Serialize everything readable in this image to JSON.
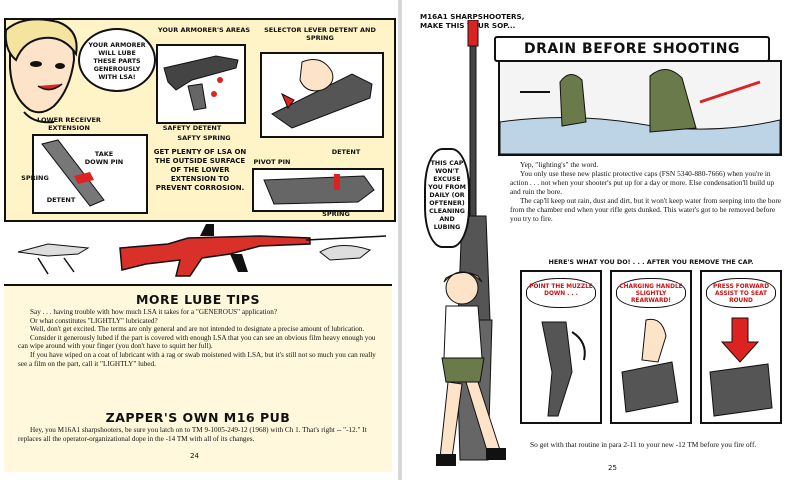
{
  "left_page": {
    "bubble_text": "YOUR ARMORER WILL LUBE THESE PARTS GENEROUSLY WITH LSA!",
    "armorer_areas": "YOUR ARMORER'S AREAS",
    "selector_lever": "SELECTOR LEVER DETENT AND SPRING",
    "lower_receiver": "LOWER RECEIVER EXTENSION",
    "safety_detent": "SAFETY DETENT",
    "safety_spring": "SAFTY SPRING",
    "take_down_pin": "TAKE DOWN PIN",
    "spring_a": "SPRING",
    "detent_a": "DETENT",
    "lsa_note": "GET PLENTY OF LSA ON THE OUTSIDE SURFACE OF THE LOWER EXTENSION TO PREVENT CORROSION.",
    "pivot_pin": "PIVOT PIN",
    "detent_b": "DETENT",
    "spring_b": "SPRING",
    "lube_title": "MORE LUBE TIPS",
    "lube_paragraphs": [
      "Say . . . having trouble with how much LSA it takes for a \"GENEROUS\" application?",
      "Or what constitutes \"LIGHTLY\" lubricated?",
      "Well, don't get excited. The terms are only general and are not intended to designate a precise amount of lubrication.",
      "Consider it generously lubed if the part is covered with enough LSA that you can see an obvious film heavy enough you can wipe around with your finger (you don't have to squirt her full).",
      "If you have wiped on a coat of lubricant with a rag or swab moistened with LSA, but it's still not so much you can really see a film on the part, call it \"LIGHTLY\" lubed."
    ],
    "zap_title": "ZAPPER'S OWN M16 PUB",
    "zap_paragraph": "Hey, you M16A1 sharpshooters, be sure you latch on to TM 9-1005-249-12 (1968) with Ch 1. That's right -- \"-12.\" It replaces all the operator-organizational dope in the -14 TM with all of its changes.",
    "page_number": "24"
  },
  "right_page": {
    "heading_line1": "M16A1 SHARPSHOOTERS,",
    "heading_line2": "MAKE THIS YOUR SOP...",
    "banner": "DRAIN BEFORE SHOOTING",
    "cap_bubble": "THIS CAP WON'T EXCUSE YOU FROM DAILY (OR OFTENER) CLEANING AND LUBING",
    "paragraphs": [
      "Yep, \"lighting's\" the word.",
      "You only use these new plastic protective caps (FSN 5340-880-7666) when you're in action . . . not when your shooter's put up for a day or more. Else condensation'll build up and ruin the bore.",
      "The cap'll keep out rain, dust and dirt, but it won't keep water from seeping into the bore from the chamber end when your rifle gets dunked. This water's got to be removed before you try to fire."
    ],
    "steps_title": "HERE'S WHAT YOU DO! . . . AFTER YOU REMOVE THE CAP.",
    "steps": [
      "POINT THE MUZZLE DOWN . . .",
      "CHARGING HANDLE SLIGHTLY REARWARD!",
      "PRESS FORWARD ASSIST TO SEAT ROUND"
    ],
    "end_text": "So get with that routine in para 2-11 to your new -12 TM before you fire off.",
    "page_number": "25"
  }
}
